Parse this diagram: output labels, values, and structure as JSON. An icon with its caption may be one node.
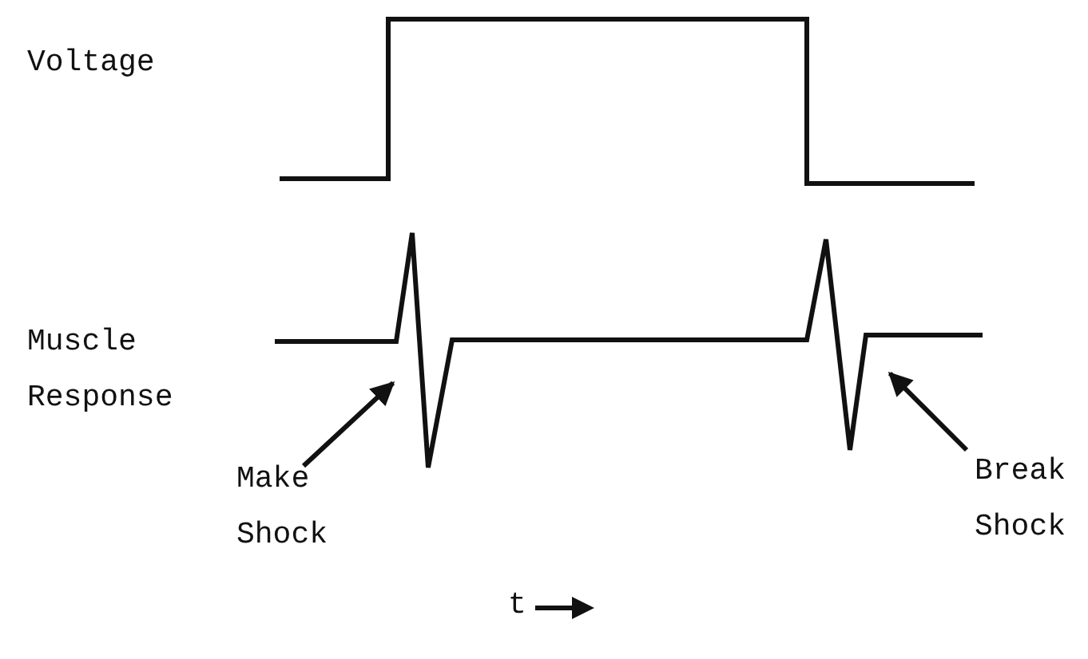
{
  "diagram": {
    "nodes": [
      {
        "text": [
          "Make Shock"
        ]
      },
      {
        "text": [
          "Break Shock"
        ]
      }
    ],
    "edges": [
      {
        "from": 0,
        "to": null,
        "arrow": "to"
      },
      {
        "from": 1,
        "to": null,
        "arrow": "to"
      }
    ],
    "labels": [
      "Voltage",
      "Muscle Response",
      "t"
    ]
  }
}
